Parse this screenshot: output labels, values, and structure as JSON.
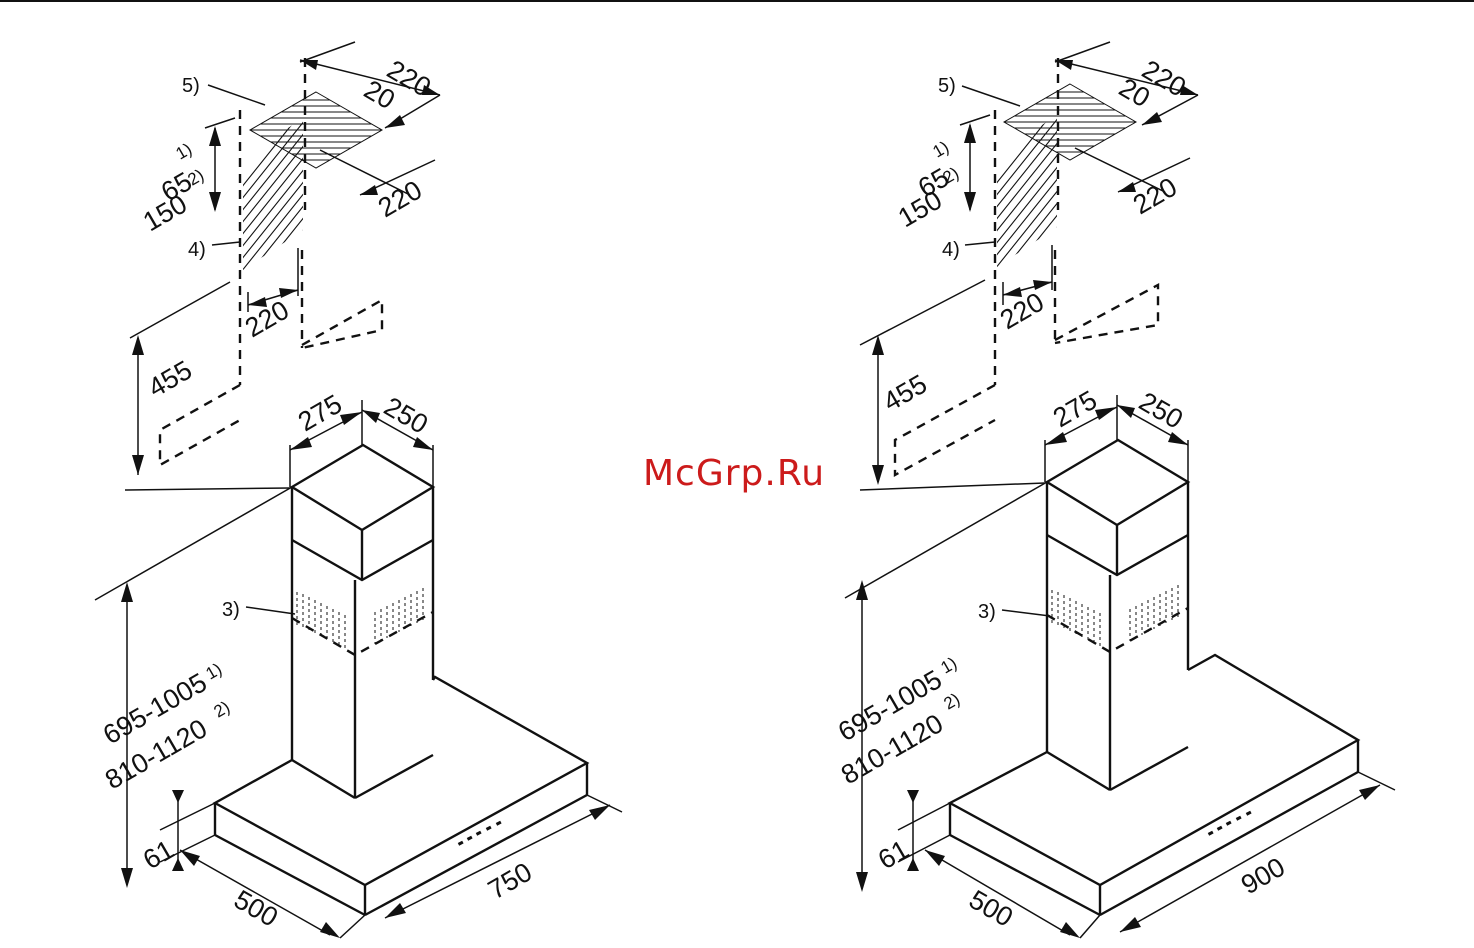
{
  "watermark": "McGrp.Ru",
  "colors": {
    "line": "#111111",
    "watermark": "#cc1b1b",
    "background": "#ffffff"
  },
  "drawings": [
    {
      "id": "hood-750",
      "dims": {
        "duct_w1": "220",
        "duct_offset": "20",
        "duct_w2": "220",
        "duct_w3": "220",
        "opening_a": "65",
        "opening_a_note": "1)",
        "opening_b": "150",
        "opening_b_note": "2)",
        "wall_gap": "455",
        "chimney_depth": "275",
        "chimney_width": "250",
        "height_a": "695-1005",
        "height_a_note": "1)",
        "height_b": "810-1120",
        "height_b_note": "2)",
        "canopy_h": "61",
        "canopy_d": "500",
        "canopy_w": "750"
      },
      "refs": {
        "r5": "5)",
        "r4": "4)",
        "r3": "3)"
      }
    },
    {
      "id": "hood-900",
      "dims": {
        "duct_w1": "220",
        "duct_offset": "20",
        "duct_w2": "220",
        "duct_w3": "220",
        "opening_a": "65",
        "opening_a_note": "1)",
        "opening_b": "150",
        "opening_b_note": "2)",
        "wall_gap": "455",
        "chimney_depth": "275",
        "chimney_width": "250",
        "height_a": "695-1005",
        "height_a_note": "1)",
        "height_b": "810-1120",
        "height_b_note": "2)",
        "canopy_h": "61",
        "canopy_d": "500",
        "canopy_w": "900"
      },
      "refs": {
        "r5": "5)",
        "r4": "4)",
        "r3": "3)"
      }
    }
  ]
}
